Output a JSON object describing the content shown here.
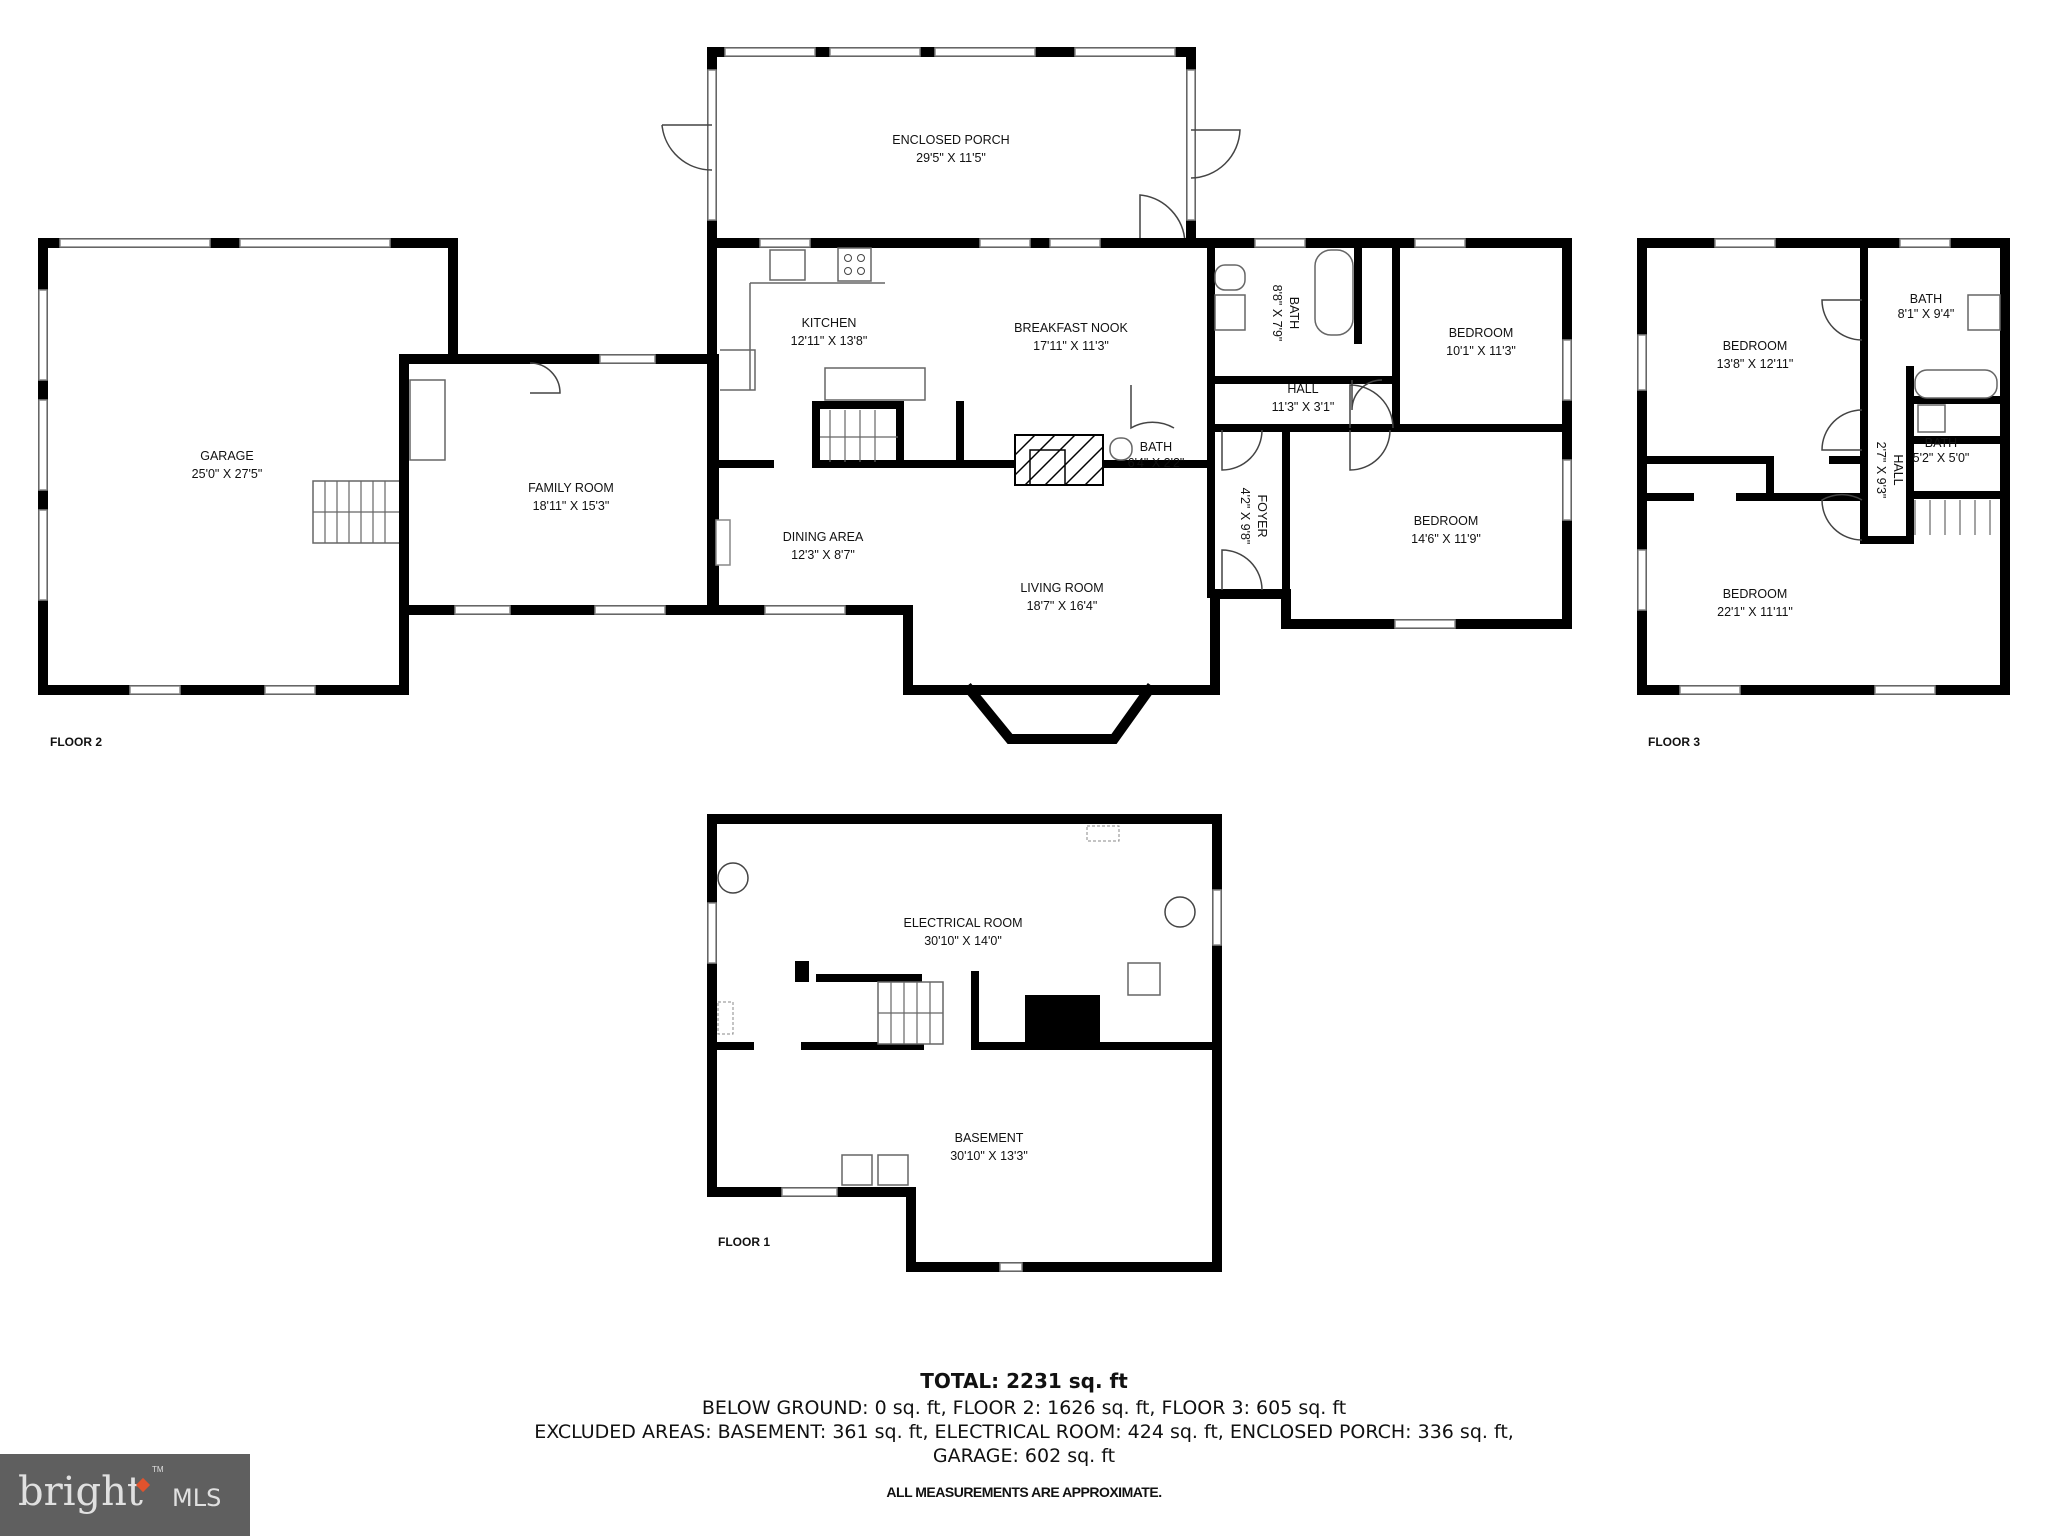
{
  "floors": {
    "floor1": "FLOOR 1",
    "floor2": "FLOOR 2",
    "floor3": "FLOOR 3"
  },
  "rooms": {
    "enclosed_porch": {
      "name": "ENCLOSED PORCH",
      "dims": "29'5\" X 11'5\""
    },
    "kitchen": {
      "name": "KITCHEN",
      "dims": "12'11\" X 13'8\""
    },
    "breakfast_nook": {
      "name": "BREAKFAST NOOK",
      "dims": "17'11\" X 11'3\""
    },
    "bath_main": {
      "name": "BATH",
      "dims": "8'8\" X 7'9\""
    },
    "bedroom_a": {
      "name": "BEDROOM",
      "dims": "10'1\" X 11'3\""
    },
    "hall_main": {
      "name": "HALL",
      "dims": "11'3\" X 3'1\""
    },
    "bath_half": {
      "name": "BATH",
      "dims": "6'4\" X 2'2\""
    },
    "dining_area": {
      "name": "DINING AREA",
      "dims": "12'3\" X 8'7\""
    },
    "living_room": {
      "name": "LIVING ROOM",
      "dims": "18'7\" X 16'4\""
    },
    "foyer": {
      "name": "FOYER",
      "dims": "4'2\" X 9'8\""
    },
    "bedroom_b": {
      "name": "BEDROOM",
      "dims": "14'6\" X 11'9\""
    },
    "garage": {
      "name": "GARAGE",
      "dims": "25'0\" X 27'5\""
    },
    "family_room": {
      "name": "FAMILY ROOM",
      "dims": "18'11\" X 15'3\""
    },
    "f3_bedroom_a": {
      "name": "BEDROOM",
      "dims": "13'8\" X 12'11\""
    },
    "f3_bath_a": {
      "name": "BATH",
      "dims": "8'1\" X 9'4\""
    },
    "f3_bath_b": {
      "name": "BATH",
      "dims": "5'2\" X 5'0\""
    },
    "f3_hall": {
      "name": "HALL",
      "dims": "2'7\" X 9'3\""
    },
    "f3_bedroom_b": {
      "name": "BEDROOM",
      "dims": "22'1\" X 11'11\""
    },
    "electrical_room": {
      "name": "ELECTRICAL ROOM",
      "dims": "30'10\" X 14'0\""
    },
    "basement": {
      "name": "BASEMENT",
      "dims": "30'10\" X 13'3\""
    }
  },
  "summary": {
    "total": "TOTAL: 2231 sq. ft",
    "line1": "BELOW GROUND: 0 sq. ft, FLOOR 2: 1626 sq. ft, FLOOR 3: 605 sq. ft",
    "line2": "EXCLUDED AREAS: BASEMENT: 361 sq. ft, ELECTRICAL ROOM: 424 sq. ft, ENCLOSED PORCH: 336 sq. ft,",
    "line3": "GARAGE: 602 sq. ft",
    "note": "ALL MEASUREMENTS ARE APPROXIMATE."
  },
  "logo": {
    "text": "bright",
    "suffix": "MLS",
    "tm": "TM",
    "accent": "#e0532d",
    "background": "#5f5f5f"
  }
}
